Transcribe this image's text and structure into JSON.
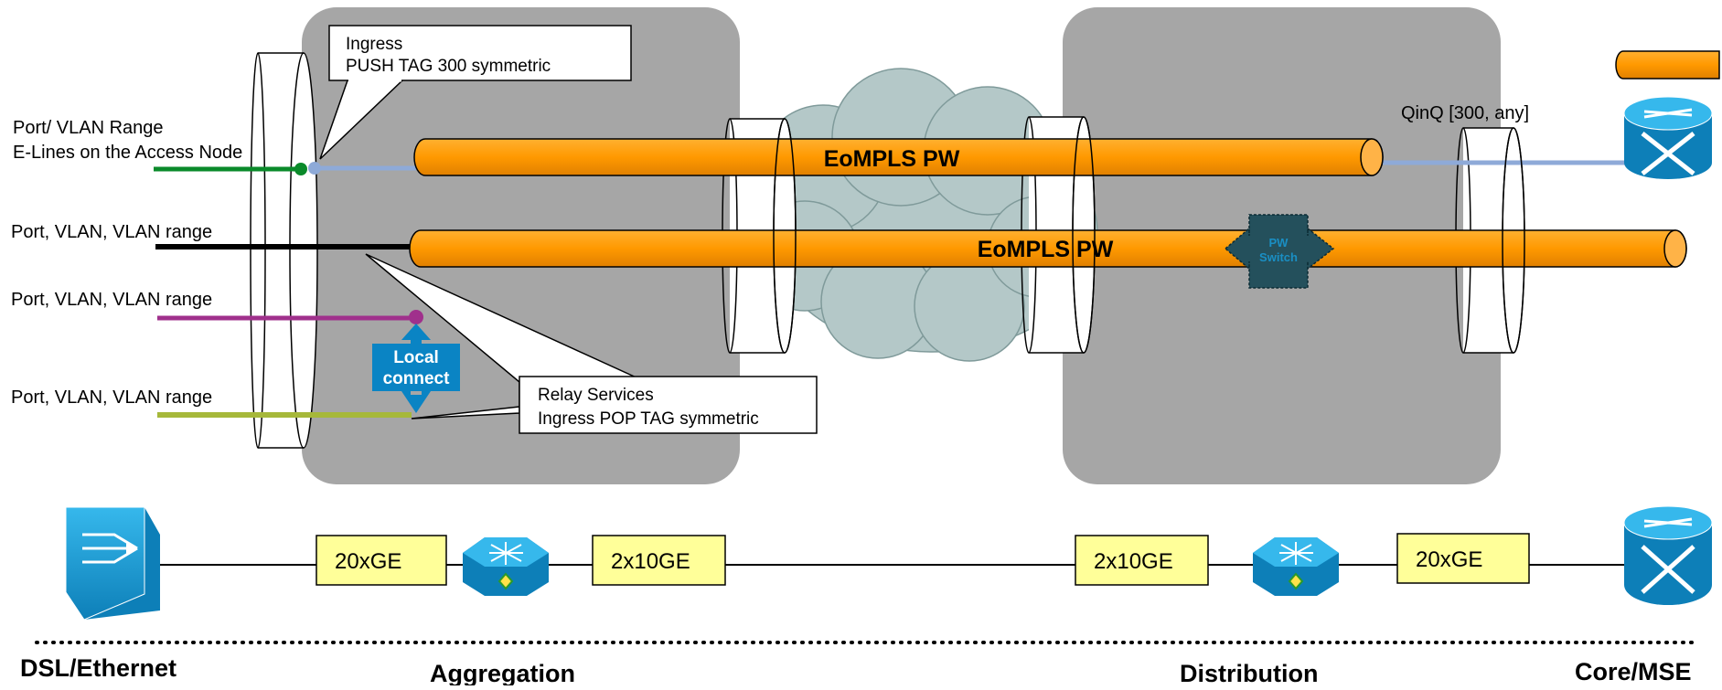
{
  "callouts": {
    "ingress_line1": "Ingress",
    "ingress_line2": "PUSH TAG 300 symmetric",
    "relay_line1": "Relay Services",
    "relay_line2": "Ingress POP TAG symmetric"
  },
  "ports": {
    "port1_line1": "Port/ VLAN Range",
    "port1_line2": "E-Lines on the Access Node",
    "port2": "Port, VLAN, VLAN range",
    "port3": "Port, VLAN, VLAN range",
    "port4": "Port, VLAN, VLAN range"
  },
  "pipes": {
    "pw1": "EoMPLS PW",
    "pw2": "EoMPLS PW"
  },
  "pw_switch": {
    "line1": "PW",
    "line2": "Switch"
  },
  "local_connect": {
    "line1": "Local",
    "line2": "connect"
  },
  "qinq_label": "QinQ  [300, any]",
  "links": {
    "left_access": "20xGE",
    "left_uplink": "2x10GE",
    "right_uplink": "2x10GE",
    "right_core": "20xGE"
  },
  "zones": {
    "dsl": "DSL/Ethernet",
    "aggregation": "Aggregation",
    "distribution": "Distribution",
    "core": "Core/MSE"
  },
  "colors": {
    "zone_box": "#a6a6a6",
    "pipe": "#ff9900",
    "cloud": "#b3c6c6",
    "cisco_blue": "#1ba1d9",
    "link_label_fill": "#ffff99",
    "local_connect": "#0a84c4",
    "line_green": "#0a8a2a",
    "line_black": "#000000",
    "line_purple": "#a0308c",
    "line_olive": "#a6b83a",
    "line_lightblue": "#8eaad8"
  },
  "icons": [
    "dslam-icon",
    "aggregation-switch-icon",
    "distribution-switch-icon",
    "core-router-icon",
    "router-icon"
  ]
}
